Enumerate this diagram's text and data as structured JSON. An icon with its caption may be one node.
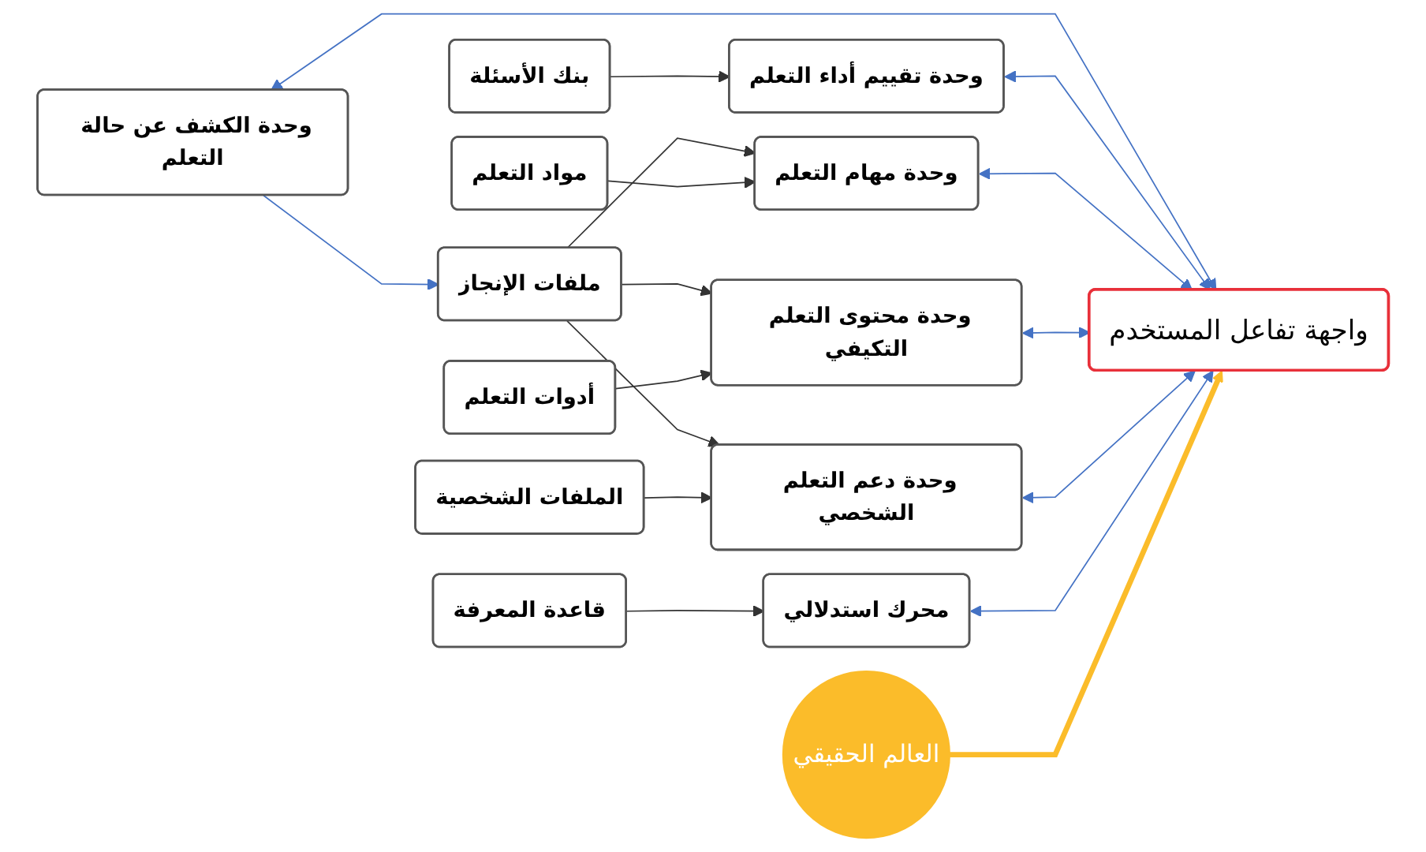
{
  "diagram": {
    "nodes": [
      {
        "text": [
          "ملفات الإنجاز"
        ]
      },
      {
        "text": [
          "بنك الأسئلة"
        ]
      },
      {
        "text": [
          "مواد التعلم"
        ]
      },
      {
        "text": [
          "أدوات التعلم"
        ]
      },
      {
        "text": [
          "الملفات الشخصية"
        ]
      },
      {
        "text": [
          "قاعدة المعرفة"
        ]
      },
      {
        "text": [
          "وحدة الكشف عن حالة التعلم"
        ]
      },
      {
        "text": [
          "وحدة تقييم أداء التعلم"
        ]
      },
      {
        "text": [
          "وحدة مهام التعلم"
        ]
      },
      {
        "text": [
          "وحدة محتوى التعلم التكيفي"
        ]
      },
      {
        "text": [
          "وحدة دعم التعلم الشخصي"
        ]
      },
      {
        "text": [
          "محرك استدلالي"
        ]
      },
      {
        "text": [
          "واجهة تفاعل المستخدم"
        ]
      },
      {
        "text": [
          "العالم الحقيقي"
        ]
      }
    ],
    "edges": [
      {
        "from": 6,
        "to": 0,
        "arrow": "to",
        "color": "#4472c4"
      },
      {
        "from": 0,
        "to": 8,
        "arrow": "to"
      },
      {
        "from": 0,
        "to": 9,
        "arrow": "to"
      },
      {
        "from": 0,
        "to": 10,
        "arrow": "to"
      },
      {
        "from": 1,
        "to": 7,
        "arrow": "to"
      },
      {
        "from": 2,
        "to": 8,
        "arrow": "to"
      },
      {
        "from": 3,
        "to": 9,
        "arrow": "to"
      },
      {
        "from": 4,
        "to": 10,
        "arrow": "to"
      },
      {
        "from": 5,
        "to": 11,
        "arrow": "to"
      },
      {
        "from": 6,
        "to": 12,
        "arrow": "both",
        "color": "#4472c4"
      },
      {
        "from": 7,
        "to": 12,
        "arrow": "both",
        "color": "#4472c4"
      },
      {
        "from": 8,
        "to": 12,
        "arrow": "both",
        "color": "#4472c4"
      },
      {
        "from": 9,
        "to": 12,
        "arrow": "both",
        "color": "#4472c4"
      },
      {
        "from": 10,
        "to": 12,
        "arrow": "both",
        "color": "#4472c4"
      },
      {
        "from": 11,
        "to": 12,
        "arrow": "both",
        "color": "#4472c4"
      },
      {
        "from": 13,
        "to": 12,
        "arrow": "to",
        "style": "thick",
        "color": "#fbbc2a"
      }
    ]
  }
}
